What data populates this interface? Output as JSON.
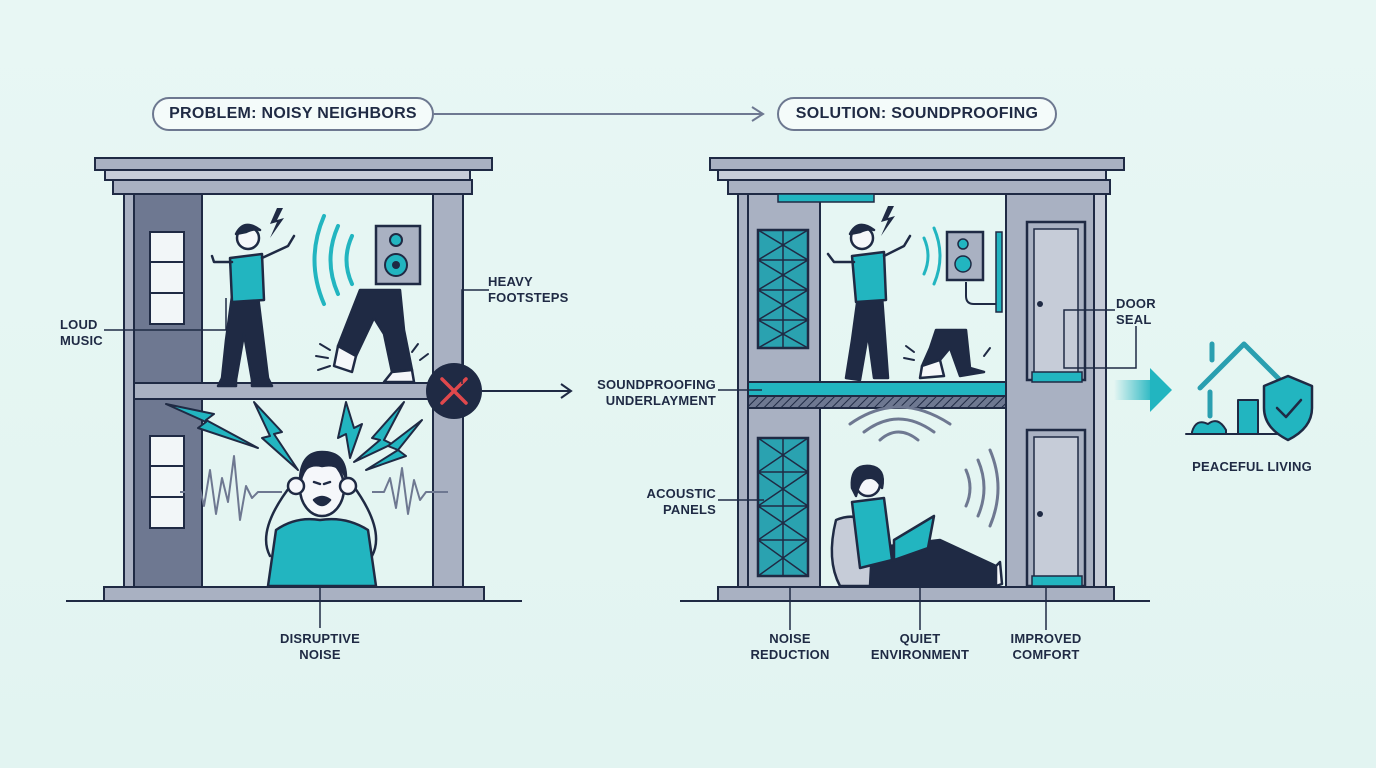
{
  "header": {
    "problem_title": "PROBLEM: NOISY NEIGHBORS",
    "solution_title": "SOLUTION: SOUNDPROOFING"
  },
  "problem": {
    "loud_music": [
      "LOUD",
      "MUSIC"
    ],
    "heavy_footsteps": [
      "HEAVY",
      "FOOTSTEPS"
    ],
    "disruptive_noise": [
      "DISRUPTIVE",
      "NOISE"
    ]
  },
  "solution": {
    "door_seal": [
      "DOOR",
      "SEAL"
    ],
    "underlayment": [
      "SOUNDPROOFING",
      "UNDERLAYMENT"
    ],
    "acoustic_panels": [
      "ACOUSTIC",
      "PANELS"
    ],
    "noise_reduction": [
      "NOISE",
      "REDUCTION"
    ],
    "quiet_environment": [
      "QUIET",
      "ENVIRONMENT"
    ],
    "improved_comfort": [
      "IMPROVED",
      "COMFORT"
    ]
  },
  "outcome": {
    "peaceful_living": "PEACEFUL LIVING"
  },
  "colors": {
    "teal": "#22b5c0",
    "navy": "#1f2a44",
    "slate": "#6e7891",
    "wall": "#a9b1c2",
    "red": "#e0484c"
  }
}
